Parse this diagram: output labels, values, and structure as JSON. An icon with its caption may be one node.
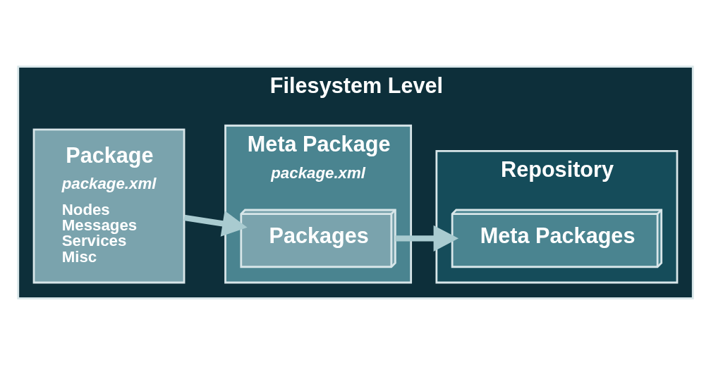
{
  "diagram": {
    "nodes": [
      {
        "text": [
          "Filesystem Level"
        ]
      },
      {
        "text": [
          "Package",
          "package.xml",
          "Nodes Messages Services Misc"
        ],
        "in": 0
      },
      {
        "text": [
          "Meta Package",
          "package.xml"
        ],
        "in": 0
      },
      {
        "text": [
          "Packages"
        ],
        "in": 2
      },
      {
        "text": [
          "Repository"
        ],
        "in": 0
      },
      {
        "text": [
          "Meta Packages"
        ],
        "in": 4
      }
    ],
    "edges": [
      {
        "from": 1,
        "to": 3,
        "arrow": "to"
      },
      {
        "from": 3,
        "to": 5,
        "arrow": "to"
      }
    ]
  }
}
